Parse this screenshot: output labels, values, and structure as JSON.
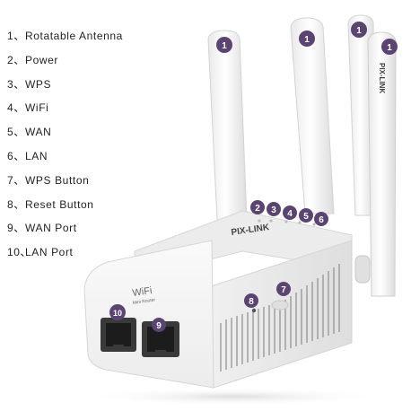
{
  "legend": [
    {
      "num": "1、",
      "label": "Rotatable Antenna"
    },
    {
      "num": "2、",
      "label": "Power"
    },
    {
      "num": "3、",
      "label": "WPS"
    },
    {
      "num": "4、",
      "label": "WiFi"
    },
    {
      "num": "5、",
      "label": "WAN"
    },
    {
      "num": "6、",
      "label": "LAN"
    },
    {
      "num": "7、",
      "label": "WPS Button"
    },
    {
      "num": "8、",
      "label": "Reset Button"
    },
    {
      "num": "9、",
      "label": "WAN Port"
    },
    {
      "num": "10、",
      "label": "LAN Port"
    }
  ],
  "badges": {
    "antenna": "1",
    "power": "2",
    "wps": "3",
    "wifi": "4",
    "wan": "5",
    "lan": "6",
    "wps_button": "7",
    "reset_button": "8",
    "wan_port": "9",
    "lan_port": "10"
  },
  "device": {
    "brand_logo": "PIX-LINK",
    "antenna_logo": "PIX-LINK",
    "wifi_logo": "WiFi",
    "model_text": "Mini Router"
  },
  "colors": {
    "badge": "#5b4472",
    "body": "#f4f4f4",
    "body_shade": "#e2e2e2",
    "port": "#3a3a3a"
  }
}
